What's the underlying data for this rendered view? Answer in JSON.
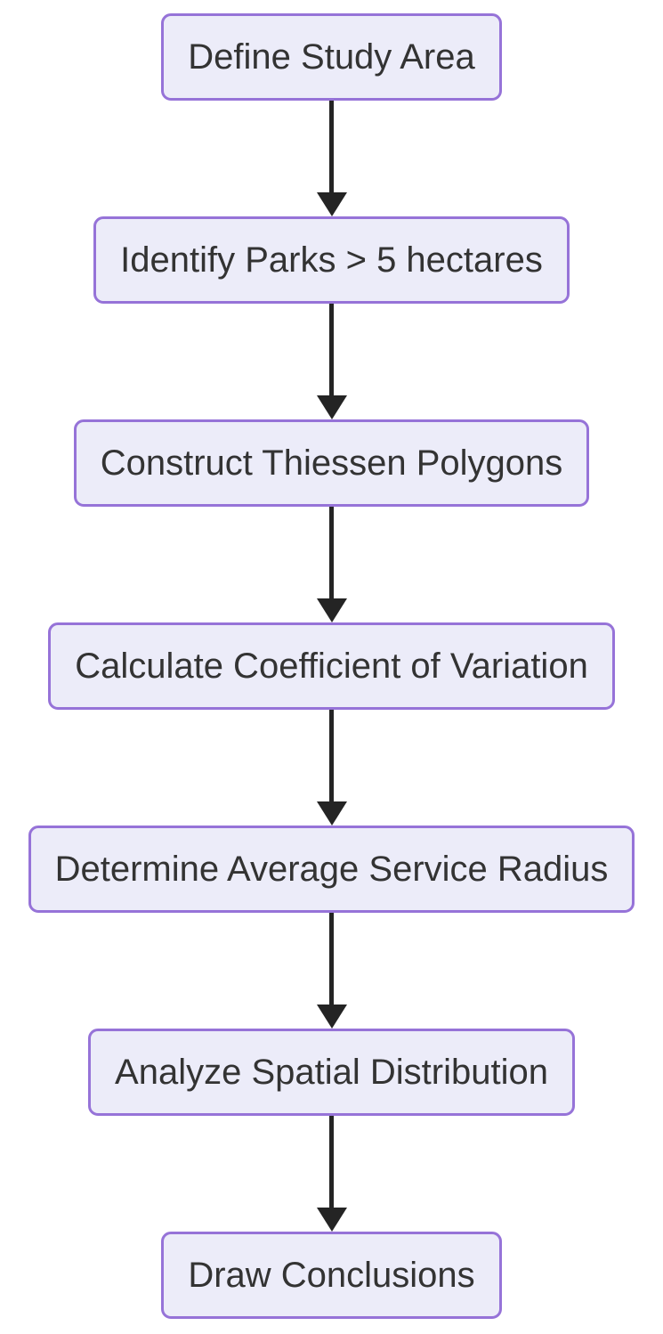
{
  "diagram": {
    "type": "flowchart",
    "direction": "top-down",
    "colors": {
      "node_fill": "#ececf9",
      "node_border": "#9673d8",
      "node_text": "#333333",
      "arrow": "#242424",
      "background": "#ffffff"
    },
    "steps": [
      {
        "label": "Define Study Area"
      },
      {
        "label": "Identify Parks > 5 hectares"
      },
      {
        "label": "Construct Thiessen Polygons"
      },
      {
        "label": "Calculate Coefficient of Variation"
      },
      {
        "label": "Determine Average Service Radius"
      },
      {
        "label": "Analyze Spatial Distribution"
      },
      {
        "label": "Draw Conclusions"
      }
    ]
  }
}
